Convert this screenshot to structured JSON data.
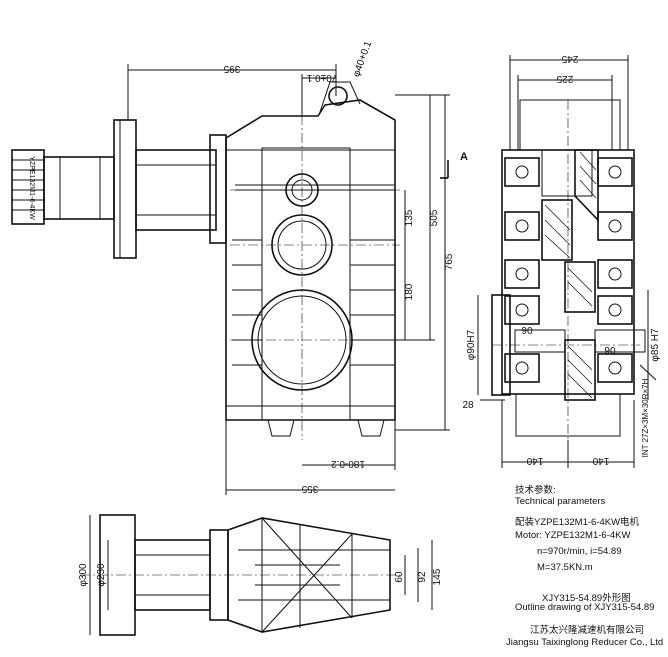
{
  "dimensions": {
    "d395": "395",
    "d70": "70±0.1",
    "d40": "φ40+0.1",
    "d135": "135",
    "d505": "505",
    "d765": "765",
    "d180v": "180",
    "d180h": "180-0.2",
    "d355": "355",
    "d245": "245",
    "d225": "225",
    "d90h7": "φ90H7",
    "d85h7": "φ85 H7",
    "d06a": "06",
    "d06b": "06",
    "d28": "28",
    "d140a": "140",
    "d140b": "140",
    "dint": "INT 27Z×3M×30R×7H",
    "d300": "φ300",
    "d230": "φ230",
    "d60": "60",
    "d92": "92",
    "d145": "145"
  },
  "labels": {
    "section_a": "A",
    "motor_text": "YZPE132M1-6-4KW"
  },
  "notes": {
    "tech_cn": "技术参数:",
    "tech_en": "Technical parameters",
    "motor_cn": "配装YZPE132M1-6-4KW电机",
    "motor_en": "Motor: YZPE132M1-6-4KW",
    "speed": "n=970r/min, i=54.89",
    "torque": "M=37.5KN.m",
    "title_cn": "XJY315-54.89外形图",
    "title_en": "Outline drawing of XJY315-54.89",
    "company_cn": "江苏太兴隆减速机有限公司",
    "company_en": "Jiangsu Taixinglong Reducer Co., Ltd"
  }
}
